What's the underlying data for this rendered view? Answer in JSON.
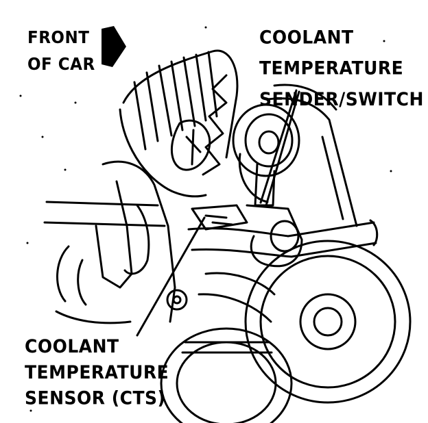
{
  "labels": {
    "front": [
      "FRONT",
      "OF CAR"
    ],
    "sender": [
      "COOLANT",
      "TEMPERATURE",
      "SENDER/SWITCH"
    ],
    "cts": [
      "COOLANT",
      "TEMPERATURE",
      "SENSOR (CTS)"
    ]
  },
  "colors": {
    "ink": "#000000",
    "paper": "#ffffff"
  }
}
